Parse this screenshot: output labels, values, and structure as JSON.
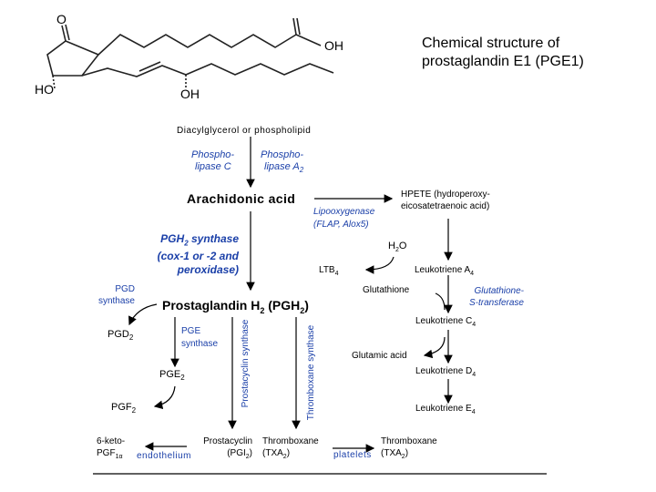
{
  "caption": {
    "line1": "Chemical structure of",
    "line2": "prostaglandin E1 (PGE1)"
  },
  "molecule": {
    "carbonyl_o": "O",
    "acid_oh": "OH",
    "ring_oh": "HO",
    "chain_oh": "OH"
  },
  "pathway": {
    "source": "Diacylglycerol or phospholipid",
    "enzyme_plc": [
      "Phospho-",
      "lipase C"
    ],
    "enzyme_pla2": [
      "Phospho-",
      "lipase A",
      "2"
    ],
    "arachidonic": "Arachidonic acid",
    "lipoxygenase": [
      "Lipooxygenase",
      "(FLAP, Alox5)"
    ],
    "hpete": [
      "HPETE (hydroperoxy-",
      "eicosatetraenoic acid)"
    ],
    "pgh2_synthase": [
      "PGH",
      "2",
      " synthase",
      "(cox-1 or -2 and",
      "peroxidase)"
    ],
    "h2o": [
      "H",
      "2",
      "O"
    ],
    "ltb4": [
      "LTB",
      "4"
    ],
    "lta4": [
      "Leukotriene A",
      "4"
    ],
    "glutathione": "Glutathione",
    "gst": [
      "Glutathione-",
      "S-transferase"
    ],
    "pgd_synthase": [
      "PGD",
      "synthase"
    ],
    "pgh2": [
      "Prostaglandin H",
      "2",
      " (PGH",
      "2",
      ")"
    ],
    "pgd2": [
      "PGD",
      "2"
    ],
    "pge_synthase": [
      "PGE",
      "synthase"
    ],
    "prostacyclin_synthase": "Prostacyclin synthase",
    "thromboxane_synthase": "Thromboxane synthase",
    "ltc4": [
      "Leukotriene C",
      "4"
    ],
    "glutamic": "Glutamic acid",
    "pge2": [
      "PGE",
      "2"
    ],
    "ltd4": [
      "Leukotriene D",
      "4"
    ],
    "pgf2": [
      "PGF",
      "2"
    ],
    "lte4": [
      "Leukotriene E",
      "4"
    ],
    "keto": [
      "6-keto-",
      "PGF",
      "1α"
    ],
    "endothelium": "endothelium",
    "prostacyclin": [
      "Prostacyclin",
      "(PGI",
      "2",
      ")"
    ],
    "thromboxane_mid": [
      "Thromboxane",
      "(TXA",
      "2",
      ")"
    ],
    "platelets": "platelets",
    "thromboxane_right": [
      "Thromboxane",
      "(TXA",
      "2",
      ")"
    ]
  },
  "colors": {
    "text": "#000000",
    "enzyme": "#1a3fa8",
    "line": "#000000"
  }
}
